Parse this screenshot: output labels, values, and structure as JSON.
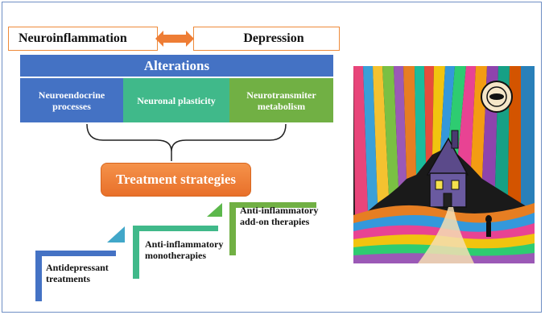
{
  "header": {
    "left": "Neuroinflammation",
    "right": "Depression"
  },
  "alterations": {
    "title": "Alterations",
    "cells": [
      "Neuroendocrine processes",
      "Neuronal plasticity",
      "Neurotransmiter metabolism"
    ]
  },
  "treatment": {
    "title": "Treatment strategies",
    "steps": [
      "Antidepressant treatments",
      "Anti-inflammatory monotherapies",
      "Anti-inflammatory add-on therapies"
    ]
  },
  "colors": {
    "blue": "#4472c4",
    "teal": "#40b98a",
    "green": "#71b044",
    "orange": "#ed7d31"
  }
}
